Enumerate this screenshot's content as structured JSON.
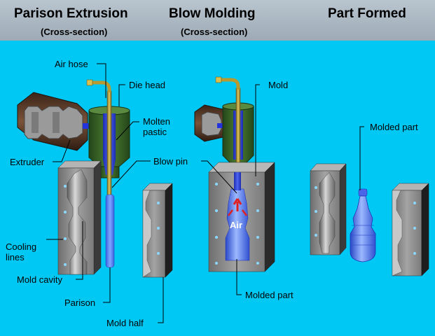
{
  "header": {
    "titles": [
      "Parison Extrusion",
      "Blow Molding",
      "Part Formed"
    ],
    "subtitles": [
      "(Cross-section)",
      "(Cross-section)"
    ]
  },
  "labels": {
    "air_hose": "Air hose",
    "die_head": "Die head",
    "molten_plastic": "Molten\npastic",
    "extruder": "Extruder",
    "blow_pin": "Blow pin",
    "cooling_lines": "Cooling\nlines",
    "mold_cavity": "Mold cavity",
    "parison": "Parison",
    "mold_half": "Mold half",
    "mold": "Mold",
    "molded_part_1": "Molded part",
    "molded_part_2": "Molded part",
    "air": "Air"
  },
  "colors": {
    "background": "#00c8f5",
    "header": "#a8b4bf",
    "plastic_blue": "#2233dd",
    "die_green": "#3d6b2a",
    "extruder_brown": "#5a3a28",
    "blow_pin_gold": "#b89a30",
    "mold_gray": "#8f8f8f",
    "air_arrow_red": "#e02020"
  }
}
